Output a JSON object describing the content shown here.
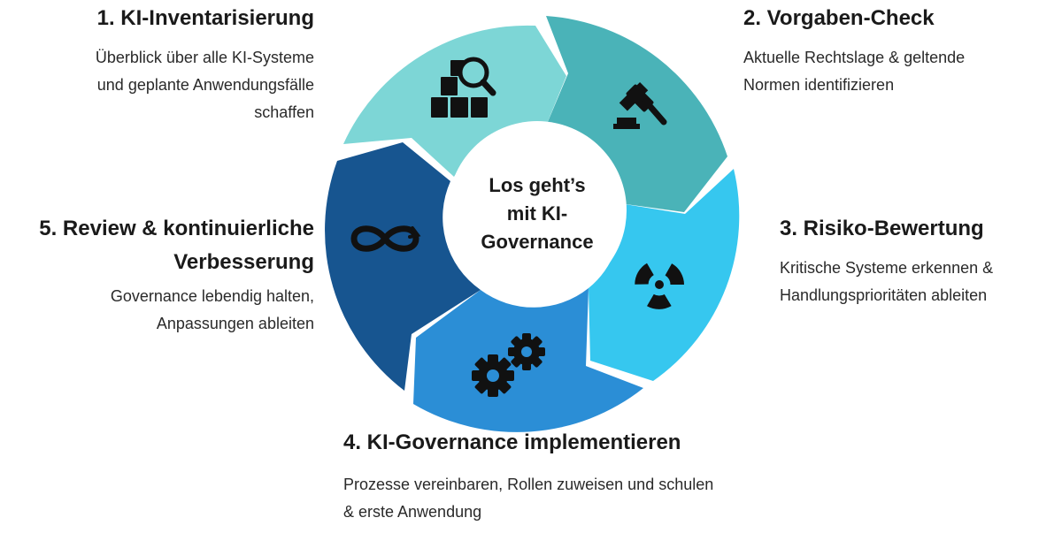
{
  "center": {
    "line1": "Los geht’s",
    "line2": "mit KI-",
    "line3": "Governance"
  },
  "steps": [
    {
      "title": "1. KI-Inventarisierung",
      "lines": [
        "Überblick über alle KI-Systeme",
        "und geplante Anwendungsfälle",
        "schaffen"
      ],
      "color": "#7dd6d6",
      "icon": "inventory-search-icon"
    },
    {
      "title": "2. Vorgaben-Check",
      "lines": [
        "Aktuelle Rechtslage & geltende",
        "Normen identifizieren"
      ],
      "color": "#4ab3b8",
      "icon": "gavel-icon"
    },
    {
      "title": "3. Risiko-Bewertung",
      "lines": [
        "Kritische Systeme erkennen &",
        "Handlungsprioritäten ableiten"
      ],
      "color": "#36c7ef",
      "icon": "radiation-icon"
    },
    {
      "title": "4. KI-Governance implementieren",
      "lines": [
        "Prozesse vereinbaren, Rollen zuweisen und schulen",
        "& erste Anwendung"
      ],
      "color": "#2b8ed6",
      "icon": "gears-icon"
    },
    {
      "title": "5. Review & kontinuierliche",
      "title2": "Verbesserung",
      "lines": [
        "Governance lebendig halten,",
        "Anpassungen ableiten"
      ],
      "color": "#175590",
      "icon": "infinity-loop-icon"
    }
  ]
}
